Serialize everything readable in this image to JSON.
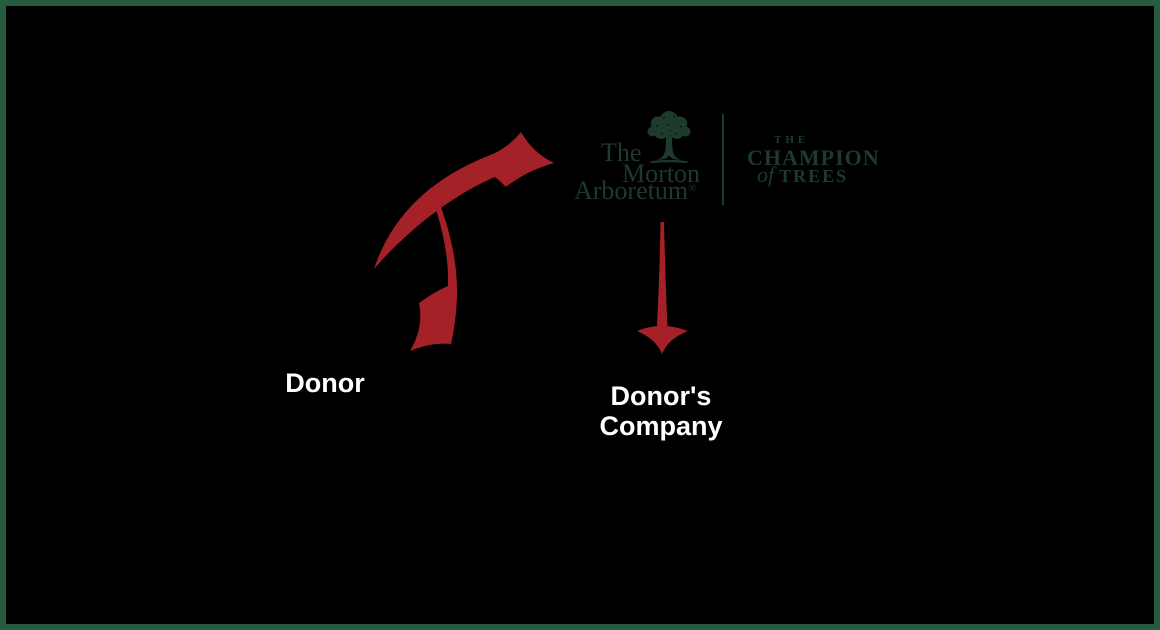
{
  "colors": {
    "background": "#000000",
    "frame_green": "#265b40",
    "logo_green": "#1d3a2c",
    "arrow_red": "#a42127",
    "label_white": "#ffffff"
  },
  "logo": {
    "line1": "The",
    "line2": "Morton",
    "line3": "Arboretum",
    "registered": "®",
    "tagline": {
      "the": "THE",
      "champion": "CHAMPION",
      "of": "of",
      "trees": "TREES"
    }
  },
  "labels": {
    "donor": "Donor",
    "company_line1": "Donor's",
    "company_line2": "Company"
  },
  "icons": {
    "tree": "morton-arboretum-tree-icon",
    "arrow_up_curved": "curved-arrow-donor-to-arboretum",
    "arrow_down_curved": "curved-arrow-arboretum-to-donor",
    "arrow_straight_down": "arrow-arboretum-to-company"
  }
}
